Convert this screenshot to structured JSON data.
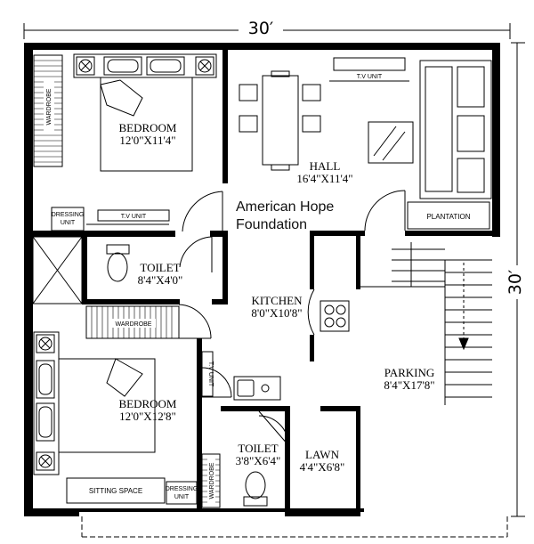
{
  "dimensions": {
    "width_label": "30′",
    "height_label": "30′"
  },
  "watermark": {
    "line1": "American Hope",
    "line2": "Foundation"
  },
  "rooms": {
    "bedroom1": {
      "name": "BEDROOM",
      "size": "12'0\"X11'4\""
    },
    "hall": {
      "name": "HALL",
      "size": "16'4\"X11'4\""
    },
    "toilet1": {
      "name": "TOILET",
      "size": "8'4\"X4'0\""
    },
    "kitchen": {
      "name": "KITCHEN",
      "size": "8'0\"X10'8\""
    },
    "bedroom2": {
      "name": "BEDROOM",
      "size": "12'0\"X12'8\""
    },
    "toilet2": {
      "name": "TOILET",
      "size": "3'8\"X6'4\""
    },
    "lawn": {
      "name": "LAWN",
      "size": "4'4\"X6'8\""
    },
    "parking": {
      "name": "PARKING",
      "size": "8'4\"X17'8\""
    }
  },
  "labels": {
    "wardrobe_top": "WARDROBE",
    "wardrobe_mid": "WARDROBE",
    "wardrobe_bottom": "WARDROBE",
    "tv_unit_hall": "T.V UNIT",
    "tv_unit_bedroom1": "T.V UNIT",
    "tv_unit_bedroom2": "T.V UNIT",
    "dressing_unit_1": "DRESSING",
    "dressing_unit_1b": "UNIT",
    "dressing_unit_2": "DRESSING",
    "dressing_unit_2b": "UNIT",
    "plantation": "PLANTATION",
    "sitting_space": "SITTING SPACE"
  }
}
